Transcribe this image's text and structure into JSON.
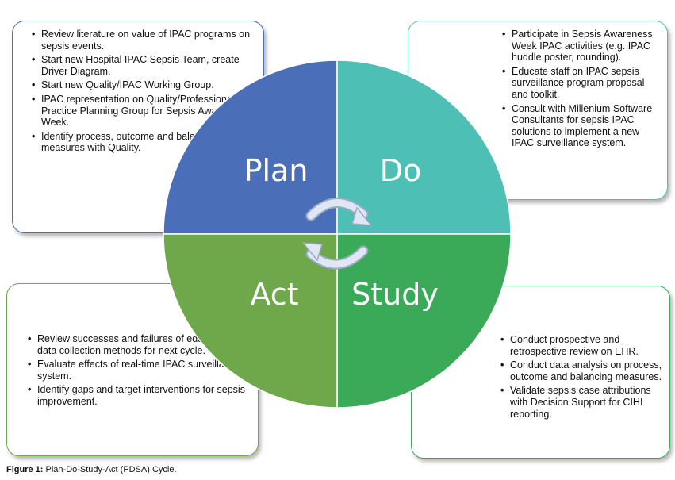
{
  "quadrants": {
    "plan": "Plan",
    "do": "Do",
    "act": "Act",
    "study": "Study"
  },
  "colors": {
    "plan": "#4a6fb8",
    "do": "#4dbfb4",
    "act": "#6ea84a",
    "study": "#3aaa58",
    "arrow": "#c9d6ee"
  },
  "boxes": {
    "plan": [
      "Review literature on value of IPAC programs on sepsis events.",
      "Start new Hospital IPAC Sepsis Team, create Driver Diagram.",
      "Start new Quality/IPAC Working Group.",
      "IPAC representation on Quality/Professional Practice Planning Group for Sepsis Awareness Week.",
      "Identify process, outcome and balancing measures with Quality."
    ],
    "do": [
      "Participate in Sepsis Awareness Week IPAC activities (e.g. IPAC huddle poster, rounding).",
      "Educate staff on IPAC sepsis surveillance program proposal and toolkit.",
      "Consult with Millenium Software Consultants for sepsis IPAC solutions to implement a new IPAC surveillance system."
    ],
    "act": [
      "Review successes and failures of education and data collection methods for next cycle.",
      "Evaluate effects of real-time IPAC surveillance system.",
      "Identify gaps and target interventions for sepsis improvement."
    ],
    "study": [
      "Conduct prospective and retrospective review on EHR.",
      "Conduct data analysis on process, outcome and balancing measures.",
      "Validate sepsis case attributions with Decision Support for CIHI reporting."
    ]
  },
  "caption": {
    "label": "Figure 1:",
    "text": " Plan-Do-Study-Act (PDSA) Cycle."
  }
}
